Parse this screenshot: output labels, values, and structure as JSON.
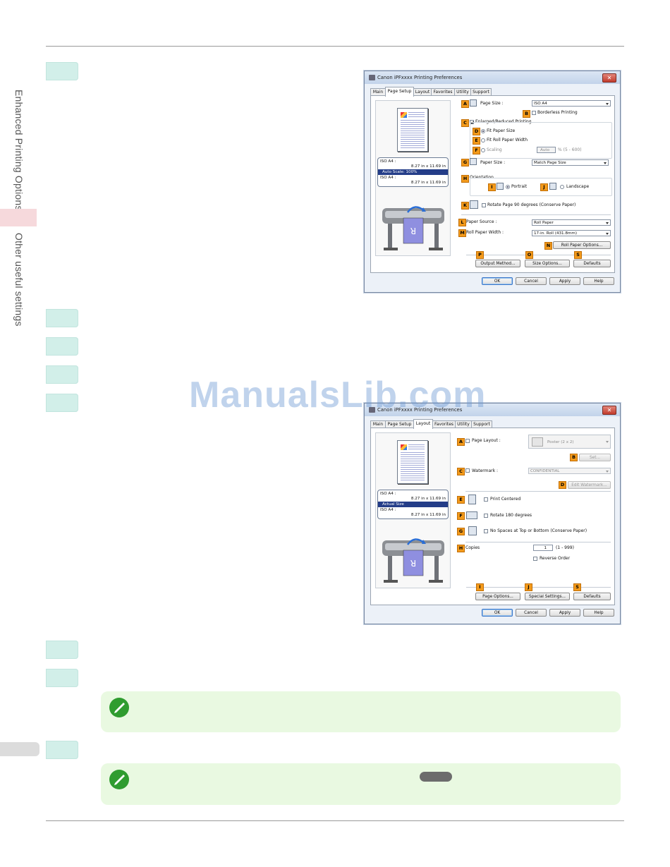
{
  "sidebar": {
    "section1": "Enhanced Printing Options",
    "section2": "Other useful settings"
  },
  "watermark": "ManualsLib.com",
  "dialog1": {
    "title": "Canon iPFxxxx Printing Preferences",
    "tabs": [
      "Main",
      "Page Setup",
      "Layout",
      "Favorites",
      "Utility",
      "Support"
    ],
    "active_tab": "Page Setup",
    "preview": {
      "row1": "ISO A4 :",
      "row2": "8.27 in x 11.69 in",
      "row3": "Auto Scale: 100%",
      "row4": "ISO A4 :",
      "row5": "8.27 in x 11.69 in"
    },
    "labels": {
      "A": "A",
      "B": "B",
      "C": "C",
      "D": "D",
      "E": "E",
      "F": "F",
      "G": "G",
      "H": "H",
      "I": "I",
      "J": "J",
      "K": "K",
      "L": "L",
      "M": "M",
      "N": "N",
      "P": "P",
      "O": "O",
      "S": "S"
    },
    "page_size_label": "Page Size :",
    "page_size_value": "ISO A4",
    "borderless": "Borderless Printing",
    "enlarged": "Enlarged/Reduced Printing",
    "fit_paper": "Fit Paper Size",
    "fit_roll": "Fit Roll Paper Width",
    "scaling": "Scaling",
    "scaling_value": "Auto",
    "scaling_range": "% (5 - 600)",
    "paper_size_label": "Paper Size :",
    "paper_size_value": "Match Page Size",
    "orientation": "Orientation",
    "portrait": "Portrait",
    "landscape": "Landscape",
    "rotate90": "Rotate Page 90 degrees (Conserve Paper)",
    "paper_source_label": "Paper Source :",
    "paper_source_value": "Roll Paper",
    "roll_width_label": "Roll Paper Width :",
    "roll_width_value": "17-in. Roll (431.8mm)",
    "roll_options": "Roll Paper Options...",
    "output_method": "Output Method...",
    "size_options": "Size Options...",
    "defaults": "Defaults",
    "ok": "OK",
    "cancel": "Cancel",
    "apply": "Apply",
    "help": "Help"
  },
  "dialog2": {
    "title": "Canon iPFxxxx Printing Preferences",
    "tabs": [
      "Main",
      "Page Setup",
      "Layout",
      "Favorites",
      "Utility",
      "Support"
    ],
    "active_tab": "Layout",
    "preview": {
      "row1": "ISO A4 :",
      "row2": "8.27 in x 11.69 in",
      "row3": "Actual Size",
      "row4": "ISO A4 :",
      "row5": "8.27 in x 11.69 in"
    },
    "labels": {
      "A": "A",
      "B": "B",
      "C": "C",
      "D": "D",
      "E": "E",
      "F": "F",
      "G": "G",
      "H": "H",
      "I": "I",
      "J": "J",
      "S": "S"
    },
    "page_layout": "Page Layout :",
    "page_layout_value": "Poster (2 x 2)",
    "set": "Set...",
    "watermark": "Watermark :",
    "watermark_value": "CONFIDENTIAL",
    "edit_watermark": "Edit Watermark...",
    "print_centered": "Print Centered",
    "rotate180": "Rotate 180 degrees",
    "no_spaces": "No Spaces at Top or Bottom (Conserve Paper)",
    "copies": "Copies",
    "copies_value": "1",
    "copies_range": "(1 - 999)",
    "reverse_order": "Reverse Order",
    "page_options": "Page Options...",
    "special_settings": "Special Settings...",
    "defaults": "Defaults",
    "ok": "OK",
    "cancel": "Cancel",
    "apply": "Apply",
    "help": "Help"
  },
  "colors": {
    "step_box": "#d2efe9",
    "note_bg": "#e9f9e1",
    "note_icon": "#2f9c2f",
    "label_badge": "#f39a1b",
    "sidebar_accent": "#f6d9dc"
  }
}
